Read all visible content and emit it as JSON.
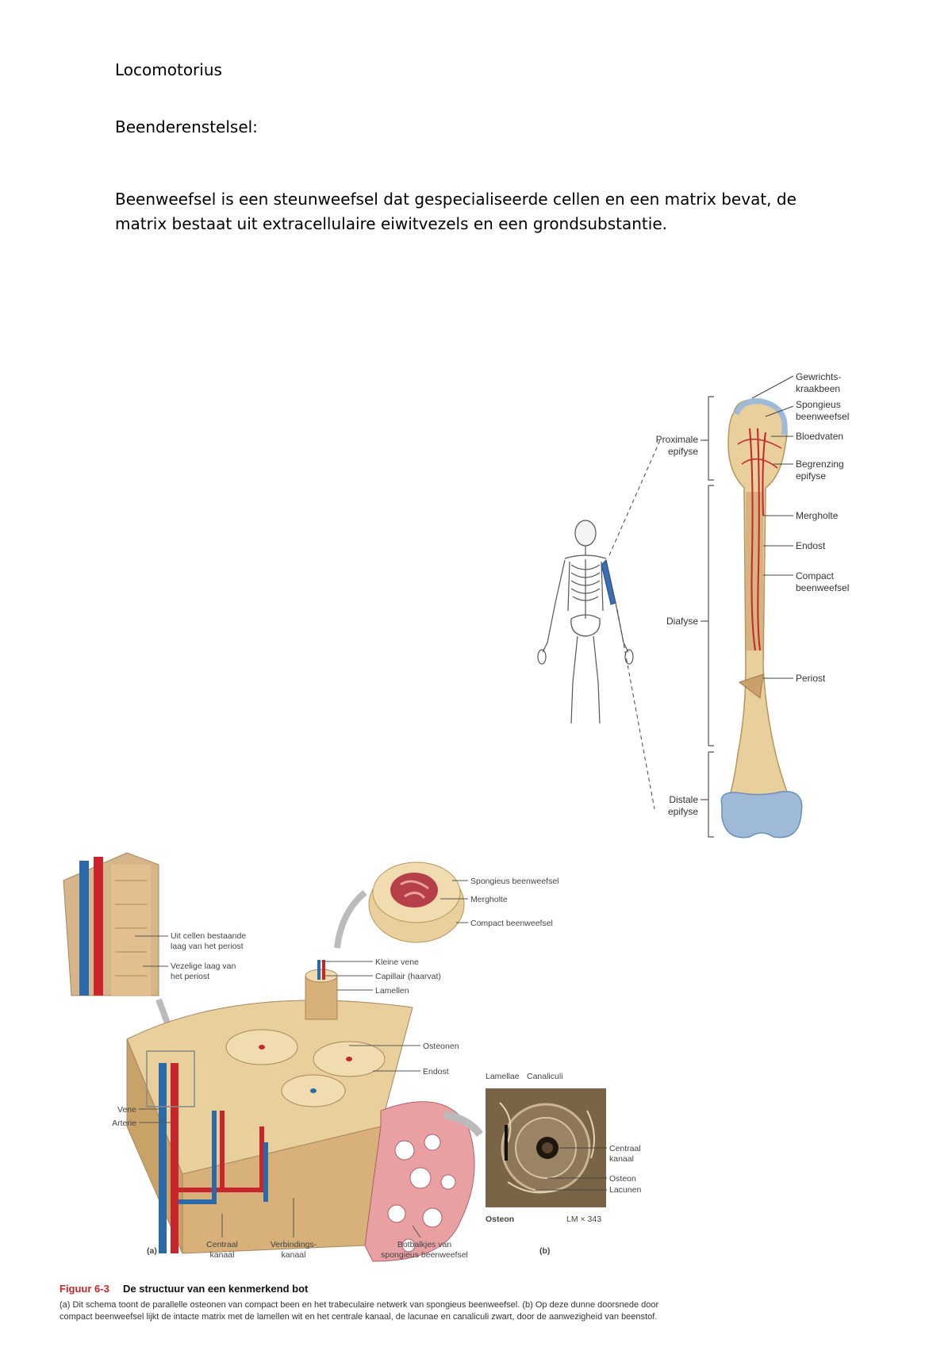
{
  "heading1": "Locomotorius",
  "heading2": "Beenderenstelsel:",
  "paragraph": "Beenweefsel is een steunweefsel dat gespecialiseerde cellen en een matrix bevat, de matrix bestaat uit extracellulaire eiwitvezels en een grondsubstantie.",
  "bone_figure": {
    "labels": {
      "gewrichts": "Gewrichts-",
      "kraakbeen": "kraakbeen",
      "spongieus": "Spongieus",
      "beenweefsel": "beenweefsel",
      "bloedvaten": "Bloedvaten",
      "begrenzing": "Begrenzing",
      "epifyse": "epifyse",
      "mergholte": "Mergholte",
      "endost": "Endost",
      "compact": "Compact",
      "beenweefsel2": "beenweefsel",
      "periost": "Periost",
      "proximale": "Proximale",
      "proximale2": "epifyse",
      "diafyse": "Diafyse",
      "distale": "Distale",
      "distale2": "epifyse"
    }
  },
  "structure_figure": {
    "labels": {
      "uit_cellen": "Uit cellen bestaande",
      "laag_periost": "laag van het periost",
      "vezelige": "Vezelige laag van",
      "het_periost": "het periost",
      "spongieus": "Spongieus beenweefsel",
      "mergholte": "Mergholte",
      "compact": "Compact beenweefsel",
      "kleine_vene": "Kleine vene",
      "capillair": "Capillair (haarvat)",
      "lamellen": "Lamellen",
      "osteonen": "Osteonen",
      "endost": "Endost",
      "vene": "Vene",
      "arterie": "Arterie",
      "centraal1": "Centraal",
      "centraal2": "kanaal",
      "verbindings1": "Verbindings-",
      "verbindings2": "kanaal",
      "botbalkjes1": "Botbalkjes van",
      "botbalkjes2": "spongieus beenweefsel",
      "panel_a": "(a)",
      "panel_b": "(b)",
      "lamellae": "Lamellae",
      "canaliculi": "Canaliculi",
      "centraal_kanaal1": "Centraal",
      "centraal_kanaal2": "kanaal",
      "osteon_r": "Osteon",
      "lacunen": "Lacunen",
      "osteon_b": "Osteon",
      "lm": "LM × 343"
    }
  },
  "caption": {
    "number": "Figuur 6-3",
    "title": "De structuur van een kenmerkend bot",
    "body": "(a) Dit schema toont de parallelle osteonen van compact been en het trabeculaire netwerk van spongieus beenweefsel. (b) Op deze dunne doorsnede door compact beenweefsel lijkt de intacte matrix met de lamellen wit en het centrale kanaal, de lacunae en canaliculi zwart, door de aanwezigheid van beenstof."
  },
  "colors": {
    "bone": "#e9cf9c",
    "cartilage": "#9fb9d8",
    "artery": "#c8262c",
    "vein": "#2b6aa8",
    "spongy": "#e8a0a3",
    "caption_accent": "#d2232a"
  }
}
